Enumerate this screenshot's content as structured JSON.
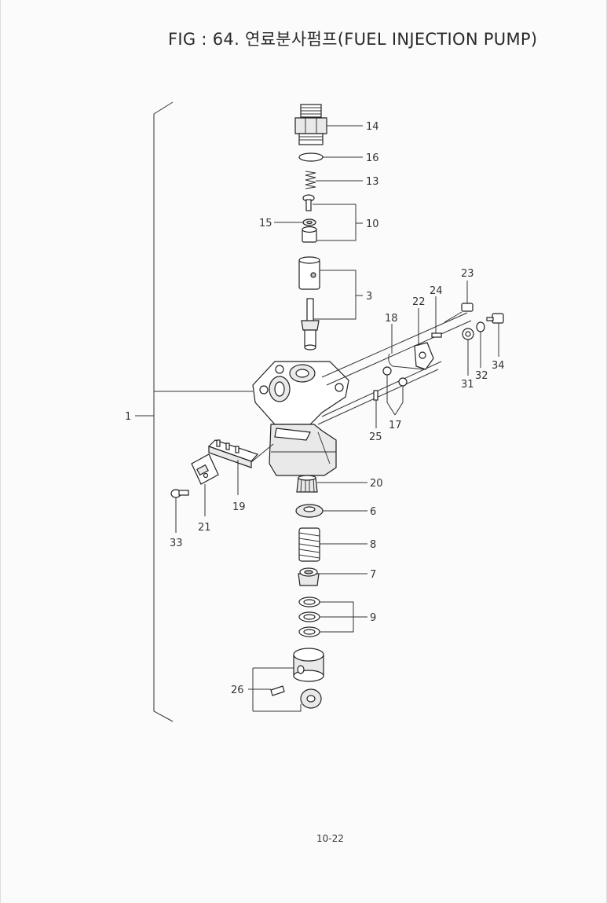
{
  "title": "FIG : 64. 연료분사펌프(FUEL INJECTION PUMP)",
  "page_number": "10-22",
  "labels": {
    "l1": "1",
    "l3": "3",
    "l6": "6",
    "l7": "7",
    "l8": "8",
    "l9": "9",
    "l10": "10",
    "l13": "13",
    "l14": "14",
    "l15": "15",
    "l16": "16",
    "l17": "17",
    "l18": "18",
    "l19": "19",
    "l20": "20",
    "l21": "21",
    "l22": "22",
    "l23": "23",
    "l24": "24",
    "l25": "25",
    "l26": "26",
    "l31": "31",
    "l32": "32",
    "l33": "33",
    "l34": "34"
  }
}
